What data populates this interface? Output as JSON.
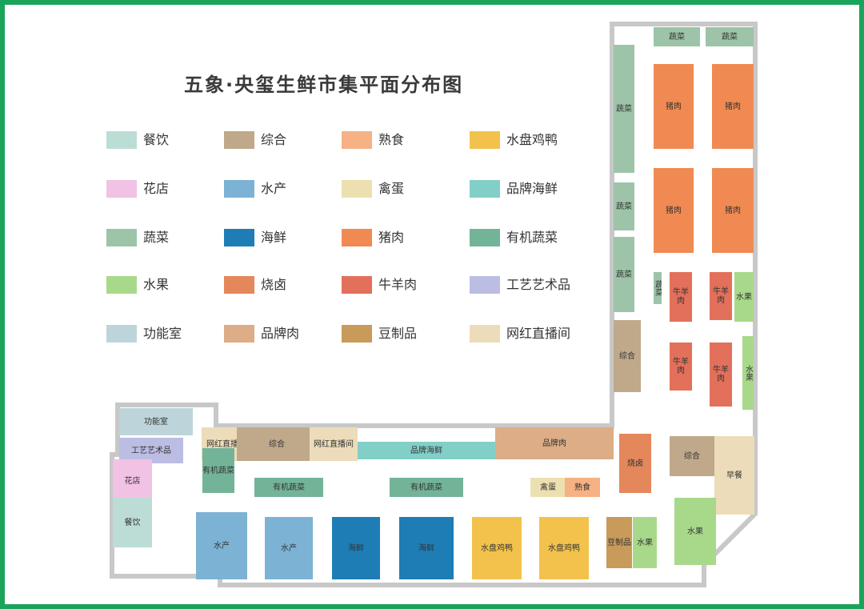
{
  "title": "五象·央玺生鲜市集平面分布图",
  "colors": {
    "frame": "#1aa35a",
    "outline": "#c8c8c8",
    "dining": "#bcdcd6",
    "flower": "#f1c2e4",
    "veg": "#9dc4a8",
    "fruit": "#a8d98a",
    "function": "#bdd5da",
    "general": "#bfa98a",
    "aquatic": "#7cb2d4",
    "seafood": "#1f7db5",
    "braised": "#e4875a",
    "brand_meat": "#dcad86",
    "cooked": "#f6b184",
    "egg": "#ede0b0",
    "pork": "#f08a52",
    "beef_mutton": "#e2705b",
    "tofu": "#c89b5a",
    "poultry": "#f3c24d",
    "brand_seafood": "#82cfc8",
    "organic_veg": "#73b498",
    "craft": "#bcbde3",
    "influencer": "#eddcba"
  },
  "legend": [
    {
      "label": "餐饮",
      "color": "#bcdcd6"
    },
    {
      "label": "综合",
      "color": "#bfa98a"
    },
    {
      "label": "熟食",
      "color": "#f6b184"
    },
    {
      "label": "水盘鸡鸭",
      "color": "#f3c24d"
    },
    {
      "label": "花店",
      "color": "#f1c2e4"
    },
    {
      "label": "水产",
      "color": "#7cb2d4"
    },
    {
      "label": "禽蛋",
      "color": "#ede0b0"
    },
    {
      "label": "品牌海鲜",
      "color": "#82cfc8"
    },
    {
      "label": "蔬菜",
      "color": "#9dc4a8"
    },
    {
      "label": "海鲜",
      "color": "#1f7db5"
    },
    {
      "label": "猪肉",
      "color": "#f08a52"
    },
    {
      "label": "有机蔬菜",
      "color": "#73b498"
    },
    {
      "label": "水果",
      "color": "#a8d98a"
    },
    {
      "label": "烧卤",
      "color": "#e4875a"
    },
    {
      "label": "牛羊肉",
      "color": "#e2705b"
    },
    {
      "label": "工艺艺术品",
      "color": "#bcbde3"
    },
    {
      "label": "功能室",
      "color": "#bdd5da"
    },
    {
      "label": "品牌肉",
      "color": "#dcad86"
    },
    {
      "label": "豆制品",
      "color": "#c89b5a"
    },
    {
      "label": "网红直播间",
      "color": "#eddcba"
    }
  ],
  "stalls": [
    {
      "label": "蔬菜",
      "color": "#9dc4a8"
    },
    {
      "label": "蔬菜",
      "color": "#9dc4a8"
    },
    {
      "label": "蔬菜",
      "color": "#9dc4a8"
    },
    {
      "label": "猪肉",
      "color": "#f08a52"
    },
    {
      "label": "猪肉",
      "color": "#f08a52"
    },
    {
      "label": "蔬菜",
      "color": "#9dc4a8"
    },
    {
      "label": "猪肉",
      "color": "#f08a52"
    },
    {
      "label": "猪肉",
      "color": "#f08a52"
    },
    {
      "label": "蔬菜",
      "color": "#9dc4a8"
    },
    {
      "label": "蔬菜",
      "color": "#9dc4a8"
    },
    {
      "label": "牛羊肉",
      "color": "#e2705b"
    },
    {
      "label": "牛羊肉",
      "color": "#e2705b"
    },
    {
      "label": "水果",
      "color": "#a8d98a"
    },
    {
      "label": "综合",
      "color": "#bfa98a"
    },
    {
      "label": "牛羊肉",
      "color": "#e2705b"
    },
    {
      "label": "牛羊肉",
      "color": "#e2705b"
    },
    {
      "label": "水果",
      "color": "#a8d98a"
    },
    {
      "label": "功能室",
      "color": "#bdd5da"
    },
    {
      "label": "工艺艺术品",
      "color": "#bcbde3"
    },
    {
      "label": "花店",
      "color": "#f1c2e4"
    },
    {
      "label": "餐饮",
      "color": "#bcdcd6"
    },
    {
      "label": "网红直播间",
      "color": "#eddcba"
    },
    {
      "label": "综合",
      "color": "#bfa98a"
    },
    {
      "label": "网红直播间",
      "color": "#eddcba"
    },
    {
      "label": "品牌海鲜",
      "color": "#82cfc8"
    },
    {
      "label": "品牌肉",
      "color": "#dcad86"
    },
    {
      "label": "有机蔬菜",
      "color": "#73b498"
    },
    {
      "label": "有机蔬菜",
      "color": "#73b498"
    },
    {
      "label": "有机蔬菜",
      "color": "#73b498"
    },
    {
      "label": "禽蛋",
      "color": "#ede0b0"
    },
    {
      "label": "熟食",
      "color": "#f6b184"
    },
    {
      "label": "烧卤",
      "color": "#e4875a"
    },
    {
      "label": "综合",
      "color": "#bfa98a"
    },
    {
      "label": "早餐",
      "color": "#eddcba"
    },
    {
      "label": "水果",
      "color": "#a8d98a"
    },
    {
      "label": "水产",
      "color": "#7cb2d4"
    },
    {
      "label": "水产",
      "color": "#7cb2d4"
    },
    {
      "label": "海鲜",
      "color": "#1f7db5"
    },
    {
      "label": "海鲜",
      "color": "#1f7db5"
    },
    {
      "label": "水盘鸡鸭",
      "color": "#f3c24d"
    },
    {
      "label": "水盘鸡鸭",
      "color": "#f3c24d"
    },
    {
      "label": "豆制品",
      "color": "#c89b5a"
    },
    {
      "label": "水果",
      "color": "#a8d98a"
    }
  ]
}
